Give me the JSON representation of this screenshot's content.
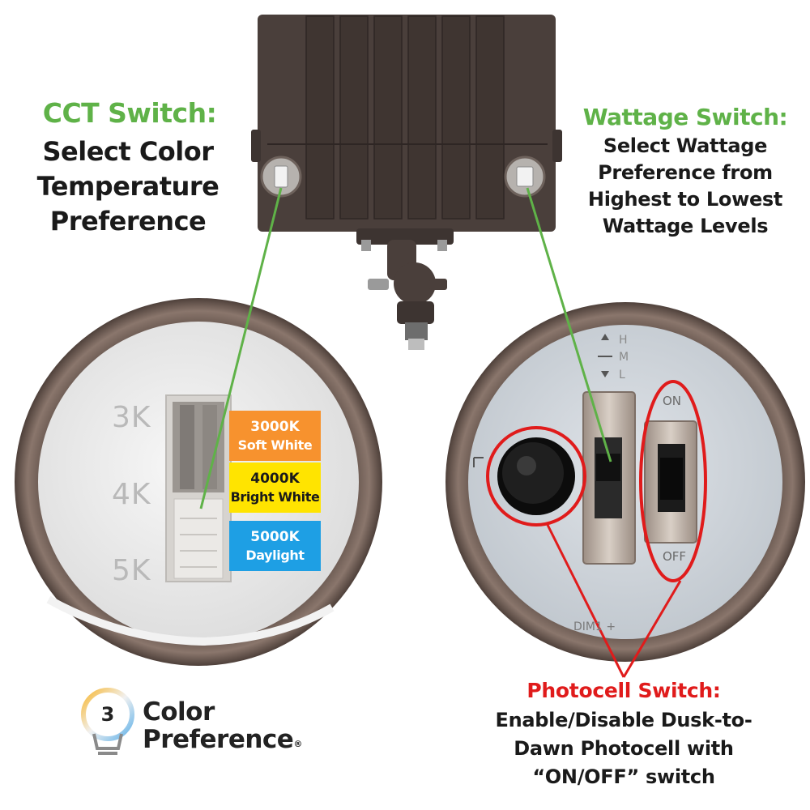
{
  "cct_callout": {
    "title": "CCT Switch:",
    "description": "Select Color Temperature Preference"
  },
  "wattage_callout": {
    "title": "Wattage Switch:",
    "description": "Select Wattage Preference from Highest to Lowest Wattage Levels"
  },
  "photocell_callout": {
    "title": "Photocell Switch:",
    "description": "Enable/Disable Dusk-to-Dawn Photocell with “ON/OFF” switch"
  },
  "cct_dial": {
    "labels": [
      "3K",
      "4K",
      "5K"
    ],
    "options": [
      {
        "kelvin": "3000K",
        "name": "Soft White",
        "color": "#f7922e"
      },
      {
        "kelvin": "4000K",
        "name": "Bright White",
        "color": "#ffe400"
      },
      {
        "kelvin": "5000K",
        "name": "Daylight",
        "color": "#1e9fe4"
      }
    ]
  },
  "switch_dial": {
    "wattage_levels": [
      "H",
      "M",
      "L"
    ],
    "on_label": "ON",
    "off_label": "OFF",
    "terminal_label": "DIM1 +"
  },
  "logo": {
    "number": "3",
    "line1": "Color",
    "line2": "Preference",
    "mark": "®"
  },
  "colors": {
    "accent_green": "#5fb248",
    "accent_red": "#e01b1b",
    "housing_bronze": "#4a3f3b"
  }
}
